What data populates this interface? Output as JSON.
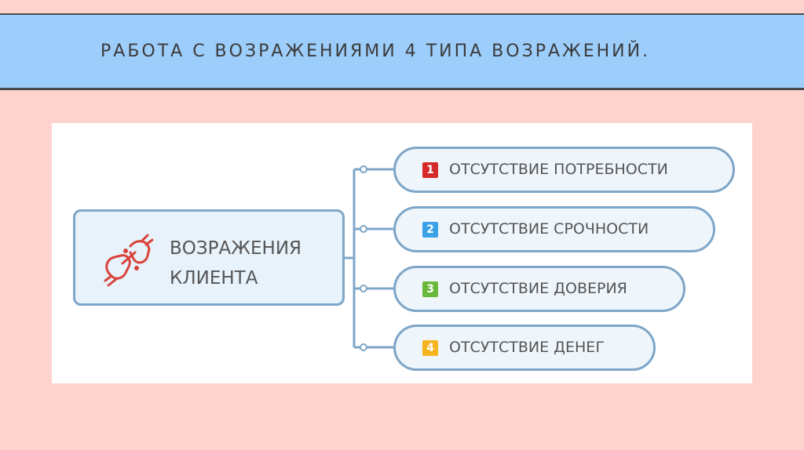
{
  "slide_title": "РАБОТА С ВОЗРАЖЕНИЯМИ 4 ТИПА ВОЗРАЖЕНИЙ.",
  "diagram": {
    "root_label": "ВОЗРАЖЕНИЯ КЛИЕНТА",
    "root_icon": "broken-chain-icon",
    "branches": [
      {
        "number": "1",
        "label": "ОТСУТСТВИЕ ПОТРЕБНОСТИ",
        "color": "#d62a2a"
      },
      {
        "number": "2",
        "label": "ОТСУТСТВИЕ СРОЧНОСТИ",
        "color": "#3ba1e8"
      },
      {
        "number": "3",
        "label": "ОТСУТСТВИЕ ДОВЕРИЯ",
        "color": "#69b83a"
      },
      {
        "number": "4",
        "label": "ОТСУТСТВИЕ ДЕНЕГ",
        "color": "#f5b31e"
      }
    ],
    "colors": {
      "box_border": "#7ea6c8",
      "box_fill": "#e8f2fa",
      "icon_red": "#d9433a"
    }
  }
}
